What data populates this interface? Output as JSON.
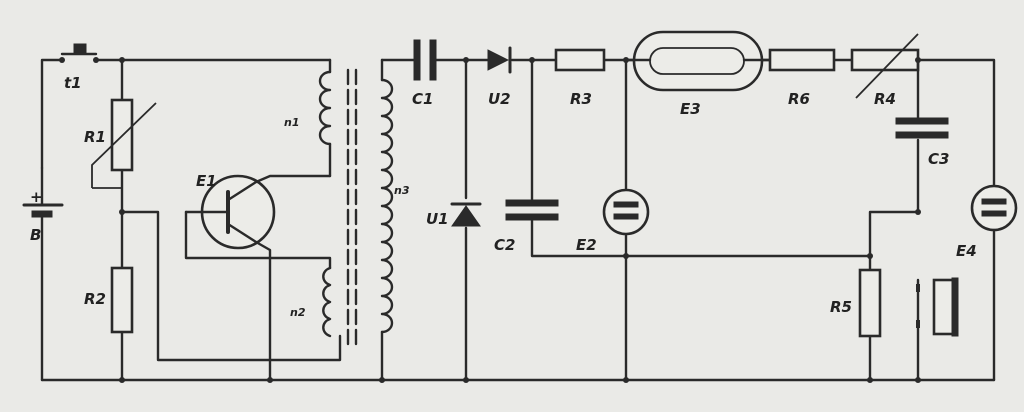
{
  "labels": {
    "t1": "t1",
    "R1": "R1",
    "R2": "R2",
    "B": "B",
    "plus": "+",
    "E1": "E1",
    "n1": "n1",
    "n2": "n2",
    "n3": "n3",
    "C1": "C1",
    "U1": "U1",
    "U2": "U2",
    "C2": "C2",
    "R3": "R3",
    "E2": "E2",
    "E3": "E3",
    "R6": "R6",
    "R4": "R4",
    "C3": "C3",
    "E4": "E4",
    "R5": "R5"
  }
}
